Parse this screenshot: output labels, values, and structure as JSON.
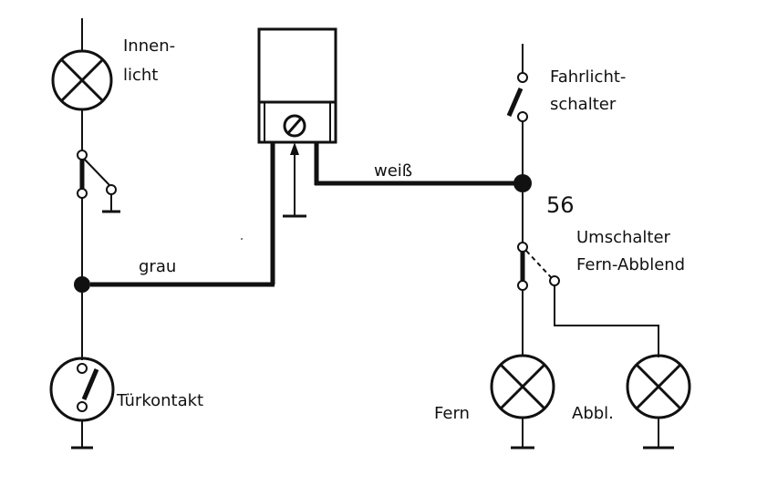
{
  "labels": {
    "innenlicht_1": "Innen-",
    "innenlicht_2": "licht",
    "fahrlicht_1": "Fahrlicht-",
    "fahrlicht_2": "schalter",
    "weiss": "weiß",
    "node_56": "56",
    "umschalter_1": "Umschalter",
    "umschalter_2": "Fern-Abblend",
    "grau": "grau",
    "tuerkontakt": "Türkontakt",
    "fern": "Fern",
    "abbl": "Abbl."
  }
}
